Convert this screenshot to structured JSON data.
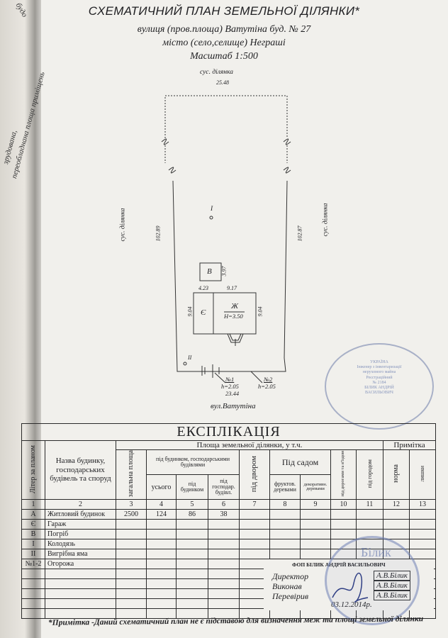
{
  "spine_text": [
    "будо",
    "зрудована,",
    "переобладнана площа приміщень"
  ],
  "header": {
    "title": "СХЕМАТИЧНИЙ ПЛАН ЗЕМЕЛЬНОЇ ДІЛЯНКИ*",
    "street": "вулиця (пров.площа) Ватутіна  буд. № 27",
    "city": "місто (село,селище) Неграші",
    "scale": "Масштаб 1:500"
  },
  "plan": {
    "top_neighbor": "сус. ділянка",
    "top_length": "25.48",
    "left_neighbor": "сус. ділянка",
    "right_neighbor": "сус. ділянка",
    "left_length": "102.89",
    "right_length": "102.87",
    "well_mark": "I",
    "pit_mark": "II",
    "cellar_mark": "В",
    "cellar_dim": "3.97",
    "garage_mark": "Є",
    "house_mark": "Ж",
    "house_height": "Н=3.50",
    "dim_garage_width": "4.23",
    "dim_house_width": "9.17",
    "dim_depth_left": "9.04",
    "dim_depth_right": "9.04",
    "fence1_label": "№1",
    "fence1_h": "h=2.05",
    "fence2_label": "№2",
    "fence2_h": "h=2.05",
    "bottom_length": "23.44",
    "street_label": "вул.Ватутіна"
  },
  "table": {
    "title": "ЕКСПЛІКАЦІЯ",
    "h_litera": "Літер за планом",
    "h_name": "Назва будинку, господарських будівель та споруд",
    "h_area": "Площа земельної ділянки, у т.ч.",
    "h_note": "Примітка",
    "h_total": "загальна площа",
    "h_under_buildings": "під будинком, господарськими будівлями",
    "h_all": "усього",
    "h_under_house": "під будинком",
    "h_under_outbuild": "під господар. будівл.",
    "h_yard": "під двором",
    "h_garden": "Під садом",
    "h_fruit": "фруктов. деревами",
    "h_decor": "декоративн. деревами",
    "h_roads": "під дорогами та в'їздом",
    "h_vegetable": "під городом",
    "h_norm": "норма",
    "h_excess": "лишки",
    "col_numbers": [
      "1",
      "2",
      "3",
      "4",
      "5",
      "6",
      "7",
      "8",
      "9",
      "10",
      "11",
      "12",
      "13"
    ],
    "rows": [
      {
        "litera": "А",
        "name": "Житловий будинок",
        "total": "2500",
        "all": "124",
        "house": "86",
        "outbuild": "38"
      },
      {
        "litera": "Є",
        "name": "Гараж"
      },
      {
        "litera": "В",
        "name": "Погріб"
      },
      {
        "litera": "І",
        "name": "Колодязь"
      },
      {
        "litera": "ІІ",
        "name": "Вигрібна яма"
      },
      {
        "litera": "№1-2",
        "name": "Огорожа"
      }
    ]
  },
  "signature": {
    "company": "ФОП БІЛИК АНДРІЙ ВАСИЛЬОВИЧ",
    "director_label": "Директор",
    "director_name": "А.В.Білик",
    "performed_label": "Виконав",
    "performed_name": "А.В.Білик",
    "checked_label": "Перевірив",
    "checked_name": "А.В.Білик",
    "date": "03.12.2014р."
  },
  "stamps": {
    "top": [
      "УКРАЇНА",
      "Інженер з інвентаризації нерухомого майна",
      "Реєстраційний",
      "№ 2184",
      "БІЛИК АНДРІЙ ВАСИЛЬОВИЧ"
    ],
    "bottom": [
      "Білик"
    ]
  },
  "footnote": "*Примітка -Даний схематичний план не є підставою для визначення меж та площі земельної ділянки",
  "colors": {
    "paper": "#f1f0ec",
    "ink": "#1f1f22",
    "stamp": "#5a6fa8"
  }
}
